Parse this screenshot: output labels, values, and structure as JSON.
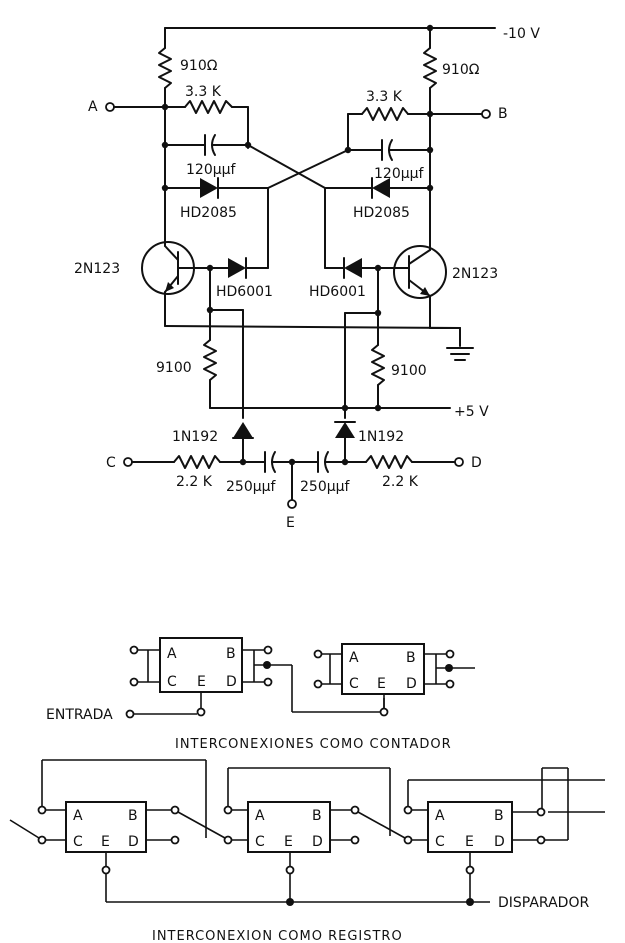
{
  "circuit": {
    "supply_neg": "-10 V",
    "supply_pos": "+5 V",
    "r_load_left": "910Ω",
    "r_load_right": "910Ω",
    "r_cross_left": "3.3 K",
    "r_cross_right": "3.3 K",
    "c_speedup_left": "120μμf",
    "c_speedup_right": "120μμf",
    "diode_clamp_left": "HD2085",
    "diode_clamp_right": "HD2085",
    "transistor_left": "2N123",
    "transistor_right": "2N123",
    "diode_base_left": "HD6001",
    "diode_base_right": "HD6001",
    "r_bias_left": "9100",
    "r_bias_right": "9100",
    "diode_steer_left": "1N192",
    "diode_steer_right": "1N192",
    "r_input_left": "2.2 K",
    "r_input_right": "2.2 K",
    "c_input_left": "250μμf",
    "c_input_right": "250μμf",
    "terminal_a": "A",
    "terminal_b": "B",
    "terminal_c": "C",
    "terminal_d": "D",
    "terminal_e": "E"
  },
  "counter": {
    "input_label": "ENTRADA",
    "caption": "INTERCONEXIONES COMO CONTADOR",
    "block_labels": {
      "a": "A",
      "b": "B",
      "c": "C",
      "d": "D",
      "e": "E"
    }
  },
  "register": {
    "trigger_label": "DISPARADOR",
    "caption": "INTERCONEXION COMO REGISTRO",
    "block_labels": {
      "a": "A",
      "b": "B",
      "c": "C",
      "d": "D",
      "e": "E"
    }
  }
}
